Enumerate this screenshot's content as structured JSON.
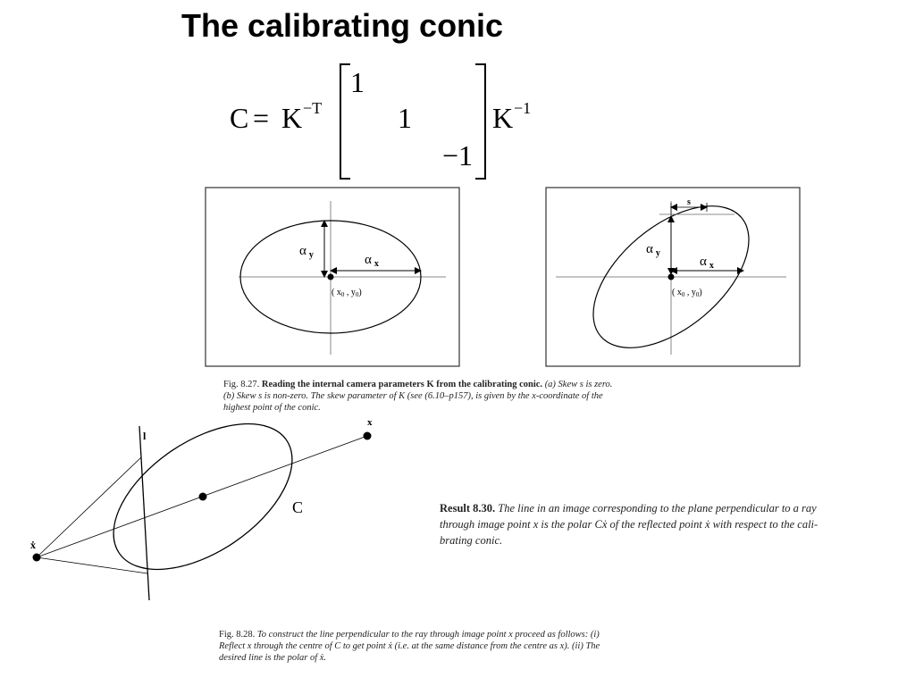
{
  "title": "The calibrating conic",
  "equation": {
    "lhs": "C",
    "equals": "=",
    "K": "K",
    "exp_left": "−T",
    "exp_right": "−1",
    "m11": "1",
    "m22": "1",
    "m33": "−1"
  },
  "fig827": {
    "left": {
      "alpha_y": "α",
      "alpha_y_sub": "y",
      "alpha_x": "α",
      "alpha_x_sub": "x",
      "point": "( x",
      "point_sub0": "0",
      "point_mid": " , y",
      "point_sub1": "0",
      "point_end": ")"
    },
    "right": {
      "skew": "s",
      "alpha_y": "α",
      "alpha_y_sub": "y",
      "alpha_x": "α",
      "alpha_x_sub": "x",
      "point": "( x",
      "point_sub0": "0",
      "point_mid": " , y",
      "point_sub1": "0",
      "point_end": ")"
    },
    "caption": {
      "label": "Fig. 8.27.",
      "bold": "Reading the internal camera parameters K from the calibrating conic.",
      "rest_line1": "(a) Skew s is zero.",
      "line2": "(b) Skew s is non-zero.  The skew parameter of K (see (6.10–p157), is given by the x-coordinate of the",
      "line3": "highest point of the conic."
    }
  },
  "fig828": {
    "line_label": "l",
    "point_x": "x",
    "point_xdot": "ẋ",
    "conic_label": "C",
    "caption": {
      "label": "Fig. 8.28.",
      "line1": "To construct the line perpendicular to the ray through image point x proceed as follows: (i)",
      "line2": "Reflect x through the centre of C to get point ẋ (i.e. at the same distance from the centre as x). (ii) The",
      "line3": "desired line is the polar of ẋ."
    }
  },
  "result": {
    "label": "Result 8.30.",
    "line1": "The line in an image corresponding to the plane perpendicular to a ray",
    "line2": "through image point x is the polar Cẋ of the reflected point ẋ with respect to the cali-",
    "line3": "brating conic."
  }
}
